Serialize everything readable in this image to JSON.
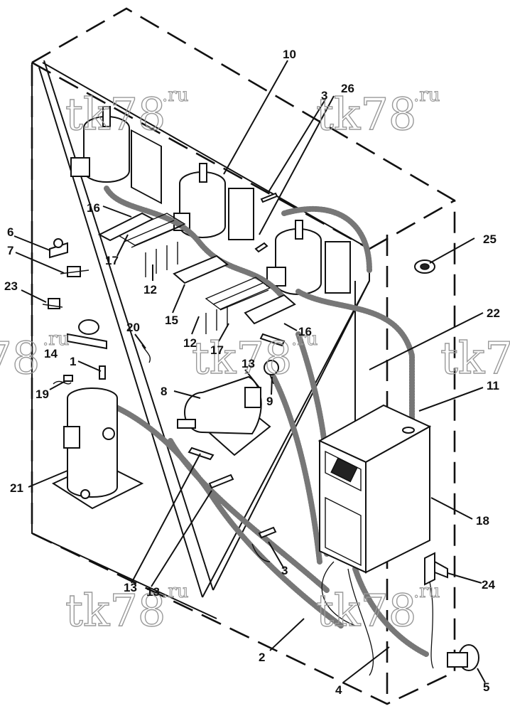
{
  "callouts": [
    {
      "id": "c10",
      "text": "10"
    },
    {
      "id": "c3a",
      "text": "3"
    },
    {
      "id": "c26",
      "text": "26"
    },
    {
      "id": "c16a",
      "text": "16"
    },
    {
      "id": "c6",
      "text": "6"
    },
    {
      "id": "c7",
      "text": "7"
    },
    {
      "id": "c17a",
      "text": "17"
    },
    {
      "id": "c23",
      "text": "23"
    },
    {
      "id": "c12a",
      "text": "12"
    },
    {
      "id": "c25",
      "text": "25"
    },
    {
      "id": "c15",
      "text": "15"
    },
    {
      "id": "c20",
      "text": "20"
    },
    {
      "id": "c22",
      "text": "22"
    },
    {
      "id": "c14",
      "text": "14"
    },
    {
      "id": "c12b",
      "text": "12"
    },
    {
      "id": "c17b",
      "text": "17"
    },
    {
      "id": "c16b",
      "text": "16"
    },
    {
      "id": "c1",
      "text": "1"
    },
    {
      "id": "c13a",
      "text": "13"
    },
    {
      "id": "c11",
      "text": "11"
    },
    {
      "id": "c19",
      "text": "19"
    },
    {
      "id": "c9",
      "text": "9"
    },
    {
      "id": "c8",
      "text": "8"
    },
    {
      "id": "c21",
      "text": "21"
    },
    {
      "id": "c18",
      "text": "18"
    },
    {
      "id": "c3b",
      "text": "3"
    },
    {
      "id": "c24",
      "text": "24"
    },
    {
      "id": "c13b",
      "text": "13"
    },
    {
      "id": "c13c",
      "text": "13"
    },
    {
      "id": "c2",
      "text": "2"
    },
    {
      "id": "c4",
      "text": "4"
    },
    {
      "id": "c5",
      "text": "5"
    }
  ],
  "watermark": {
    "main": "tk78",
    "suffix": ".ru"
  }
}
